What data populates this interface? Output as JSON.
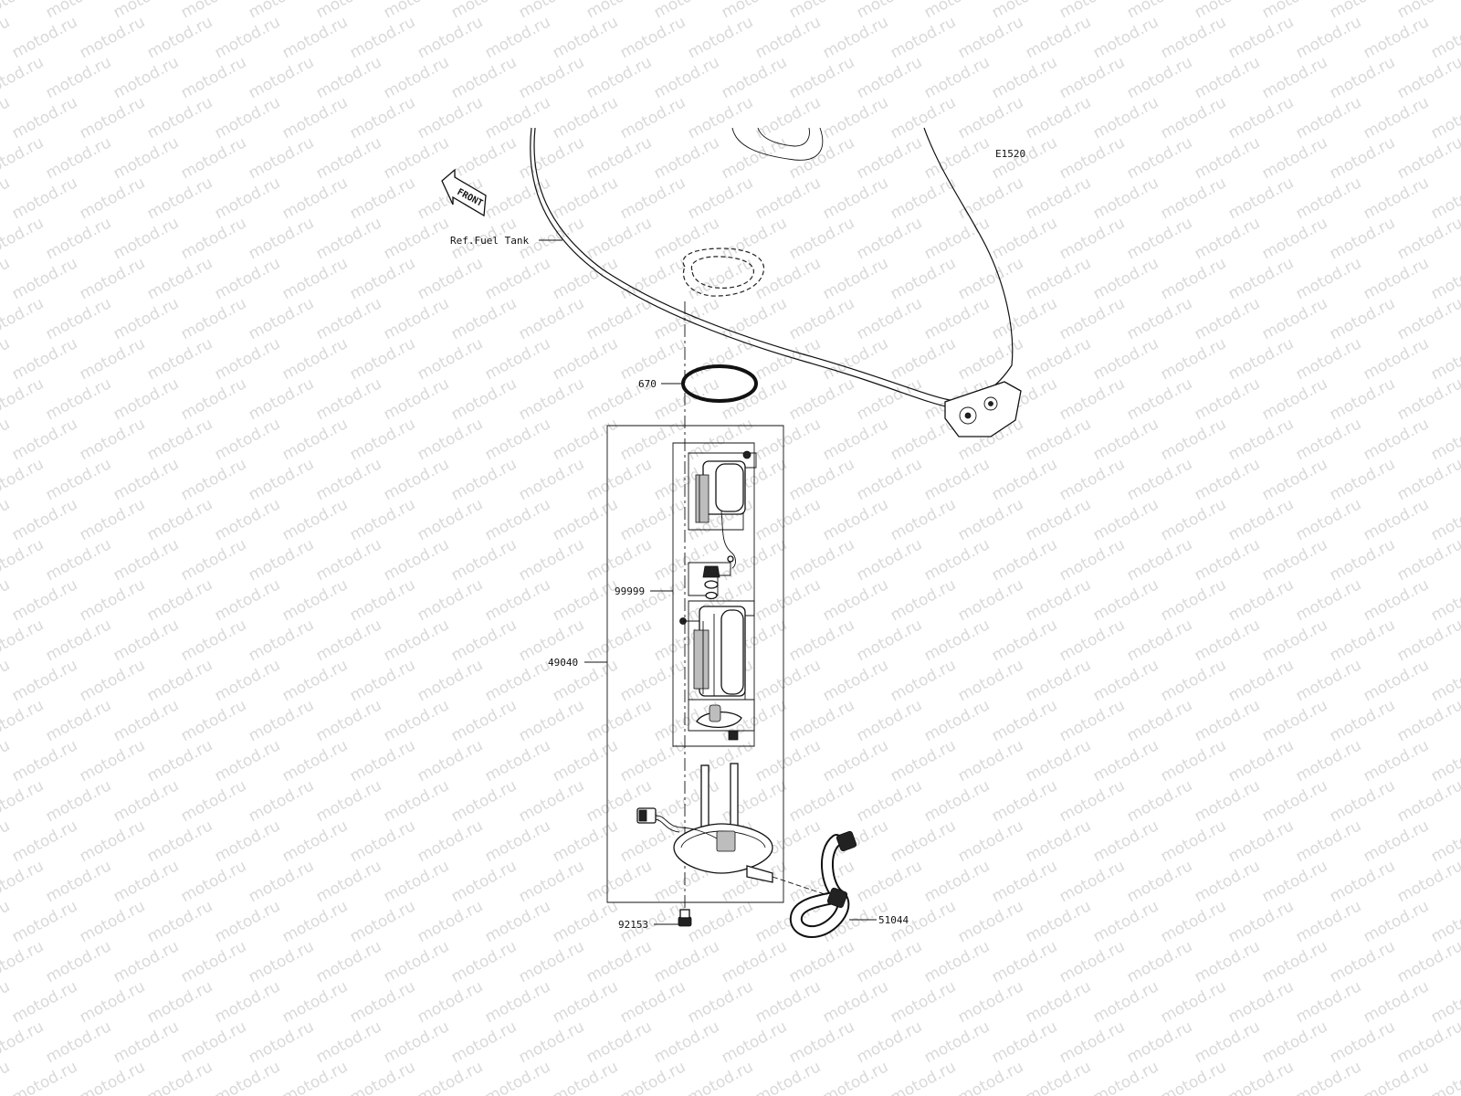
{
  "diagram": {
    "code": "E1520",
    "front_badge": "FRONT",
    "ref_label": "Ref.Fuel Tank",
    "watermark_text": "motod.ru",
    "watermark_color": "#d9d9d9",
    "callouts": {
      "oring": "670",
      "sub_assembly": "99999",
      "pump_assembly": "49040",
      "bolt": "92153",
      "hose": "51044"
    }
  }
}
